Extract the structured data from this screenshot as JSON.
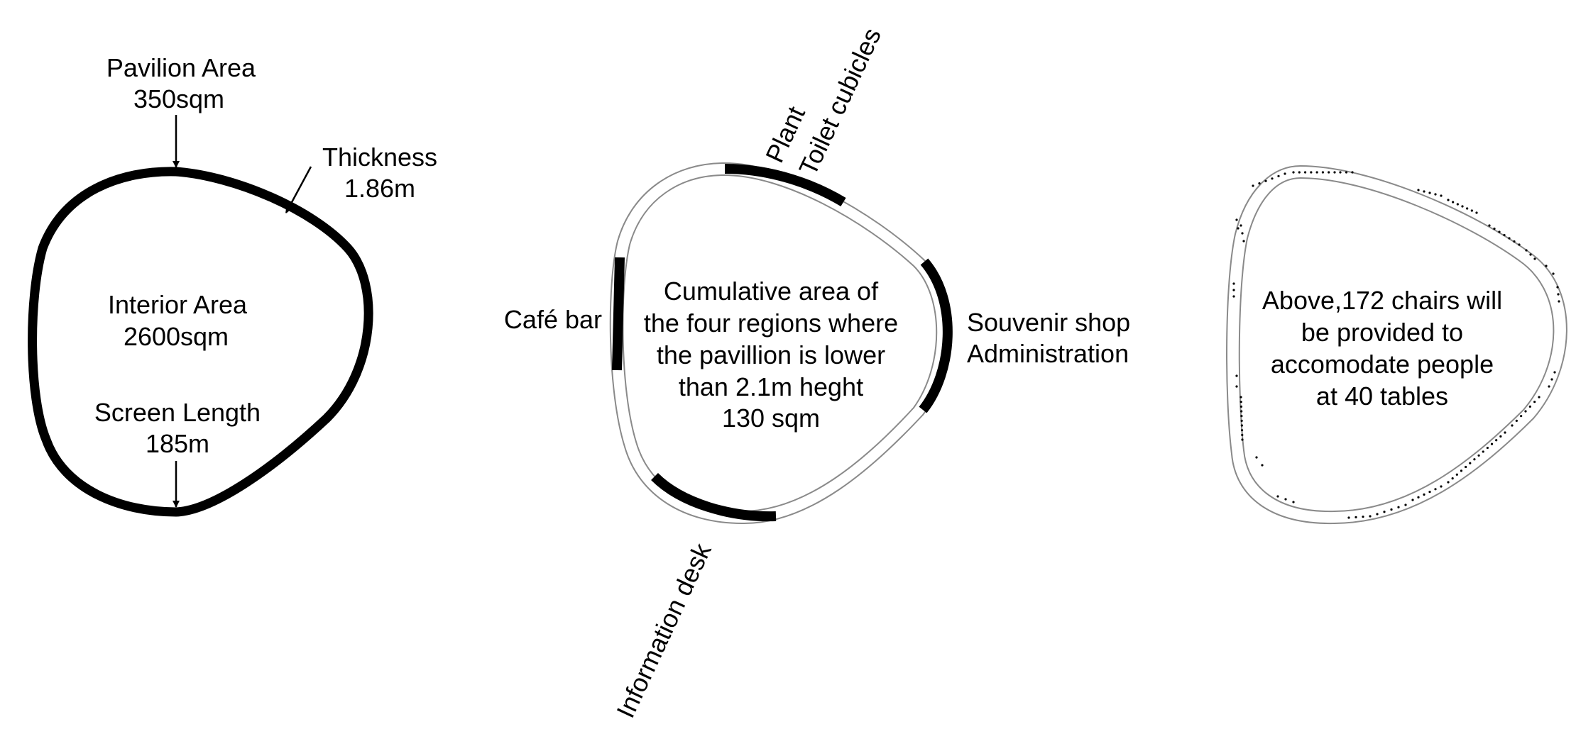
{
  "colors": {
    "background": "#ffffff",
    "ink": "#000000",
    "outline": "#8a8a8a"
  },
  "panel_1": {
    "pavilion_area_label": "Pavilion  Area",
    "pavilion_area_value": "350sqm",
    "thickness_label": "Thickness",
    "thickness_value": "1.86m",
    "interior_area_label": "Interior Area",
    "interior_area_value": "2600sqm",
    "screen_length_label": "Screen Length",
    "screen_length_value": "185m"
  },
  "panel_2": {
    "label_plant": "Plant",
    "label_toilet": "Toilet cubicles",
    "label_cafe": "Café bar",
    "label_souvenir": "Souvenir shop",
    "label_administration": "Administration",
    "label_information": "Information desk",
    "center_text": [
      "Cumulative area of",
      "the four regions where",
      "the pavillion is lower",
      "than  2.1m heght",
      "130 sqm"
    ]
  },
  "panel_3": {
    "center_text": [
      "Above,172 chairs will",
      "be provided to",
      "accomodate people",
      "at 40 tables"
    ]
  }
}
